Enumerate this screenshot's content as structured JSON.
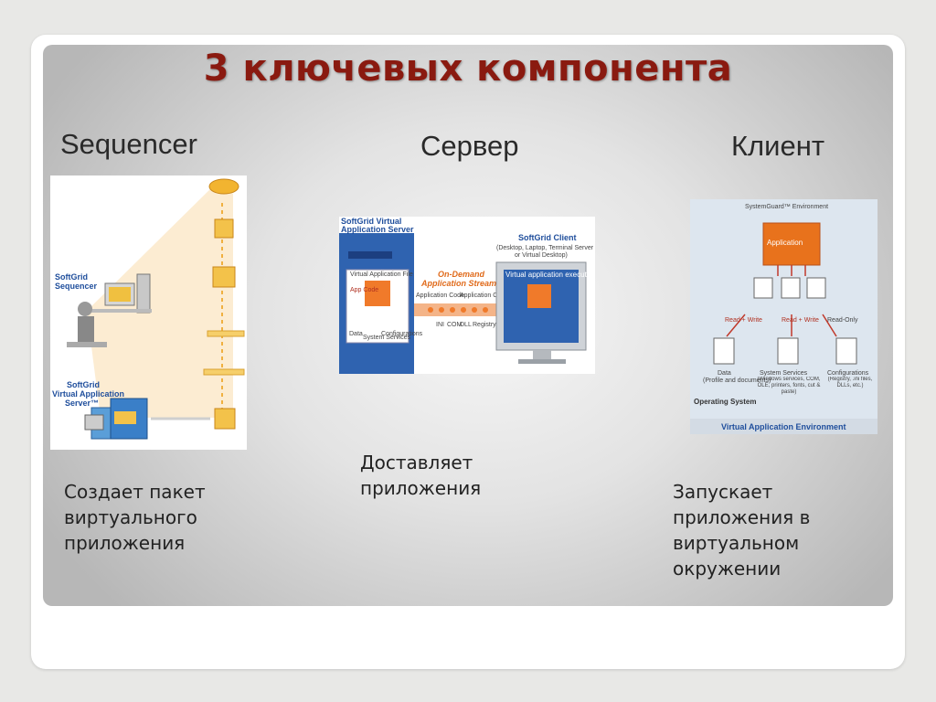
{
  "title": "3 ключевых компонента",
  "columns": [
    {
      "header": "Sequencer",
      "description": [
        "Создает пакет",
        "виртуального",
        "приложения"
      ]
    },
    {
      "header": "Сервер",
      "description": [
        "Доставляет",
        "приложения"
      ]
    },
    {
      "header": "Клиент",
      "description": [
        "Запускает",
        "приложения в",
        "виртуальном",
        "окружении"
      ]
    }
  ],
  "figure_sequencer": {
    "label_sequencer_1": "SoftGrid",
    "label_sequencer_2": "Sequencer",
    "label_server_1": "SoftGrid",
    "label_server_2": "Virtual Application",
    "label_server_3": "Server™"
  },
  "figure_server": {
    "server_title_1": "SoftGrid Virtual",
    "server_title_2": "Application Server",
    "file_label": "Virtual Application File",
    "app_code": "App Code",
    "data": "Data",
    "system_services": "System Services",
    "configurations": "Configurations",
    "streaming_1": "On-Demand",
    "streaming_2": "Application Streaming",
    "app_code_a": "Application Code",
    "app_code_b": "Application Code",
    "ini": "INI",
    "com": "COM",
    "dll": "DLL",
    "registry": "Registry Entry",
    "client_title": "SoftGrid Client",
    "client_sub_1": "(Desktop, Laptop, Terminal Server",
    "client_sub_2": "or Virtual Desktop)",
    "executing": "Virtual application executing"
  },
  "figure_client": {
    "env": "SystemGuard™ Environment",
    "application": "Application",
    "read_write_1": "Read + Write",
    "read_write_2": "Read + Write",
    "read_only": "Read-Only",
    "data": "Data",
    "data_sub": "(Profile and documents)",
    "services": "System Services",
    "services_sub": "(Windows services, COM, OLE, printers, fonts, cut & paste)",
    "configs": "Configurations",
    "configs_sub": "(Registry, .ini files, DLLs, etc.)",
    "os": "Operating System",
    "vae": "Virtual Application Environment"
  },
  "colors": {
    "title": "#8a1a10",
    "accent_orange": "#e8721c",
    "accent_blue": "#1f5aa8"
  }
}
